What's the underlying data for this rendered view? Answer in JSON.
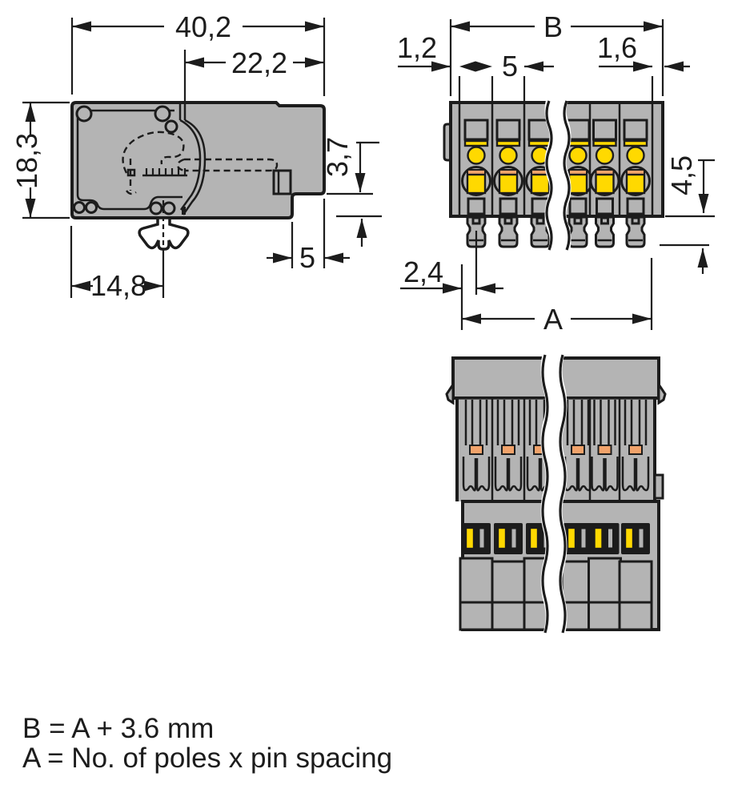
{
  "drawing": {
    "type": "connector-dimension-drawing",
    "views": {
      "side_view": {
        "dims": {
          "overall_width": "40,2",
          "plug_width": "22,2",
          "height": "18,3",
          "notch_height": "3,7",
          "notch_width": "5",
          "foot_offset": "14,8"
        }
      },
      "front_view": {
        "poles_visible": 6,
        "has_break": true,
        "dims": {
          "width_label": "B",
          "left_wall": "1,2",
          "pin_spacing": "5",
          "right_wall": "1,6",
          "pin_length": "4,5",
          "pin_offset": "2,4",
          "span_label": "A"
        }
      },
      "bottom_view": {
        "poles_visible": 6,
        "has_break": true
      }
    },
    "notes": {
      "line1": "B = A + 3.6 mm",
      "line2": "A = No. of poles x pin spacing"
    },
    "colors": {
      "body_gray": "#b4b4b4",
      "accent_yellow": "#ffd900",
      "accent_orange": "#f2a36b",
      "line": "#1c1c1c",
      "background": "#ffffff"
    }
  }
}
